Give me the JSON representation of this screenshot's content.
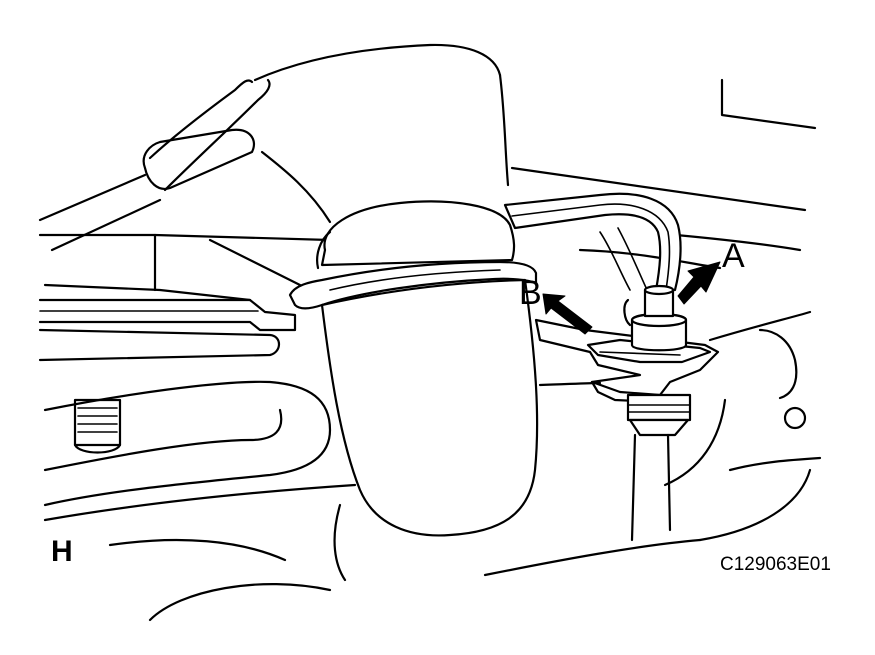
{
  "labels": {
    "callout_a": "A",
    "callout_b": "B",
    "view_letter": "H",
    "figure_code": "C129063E01"
  }
}
